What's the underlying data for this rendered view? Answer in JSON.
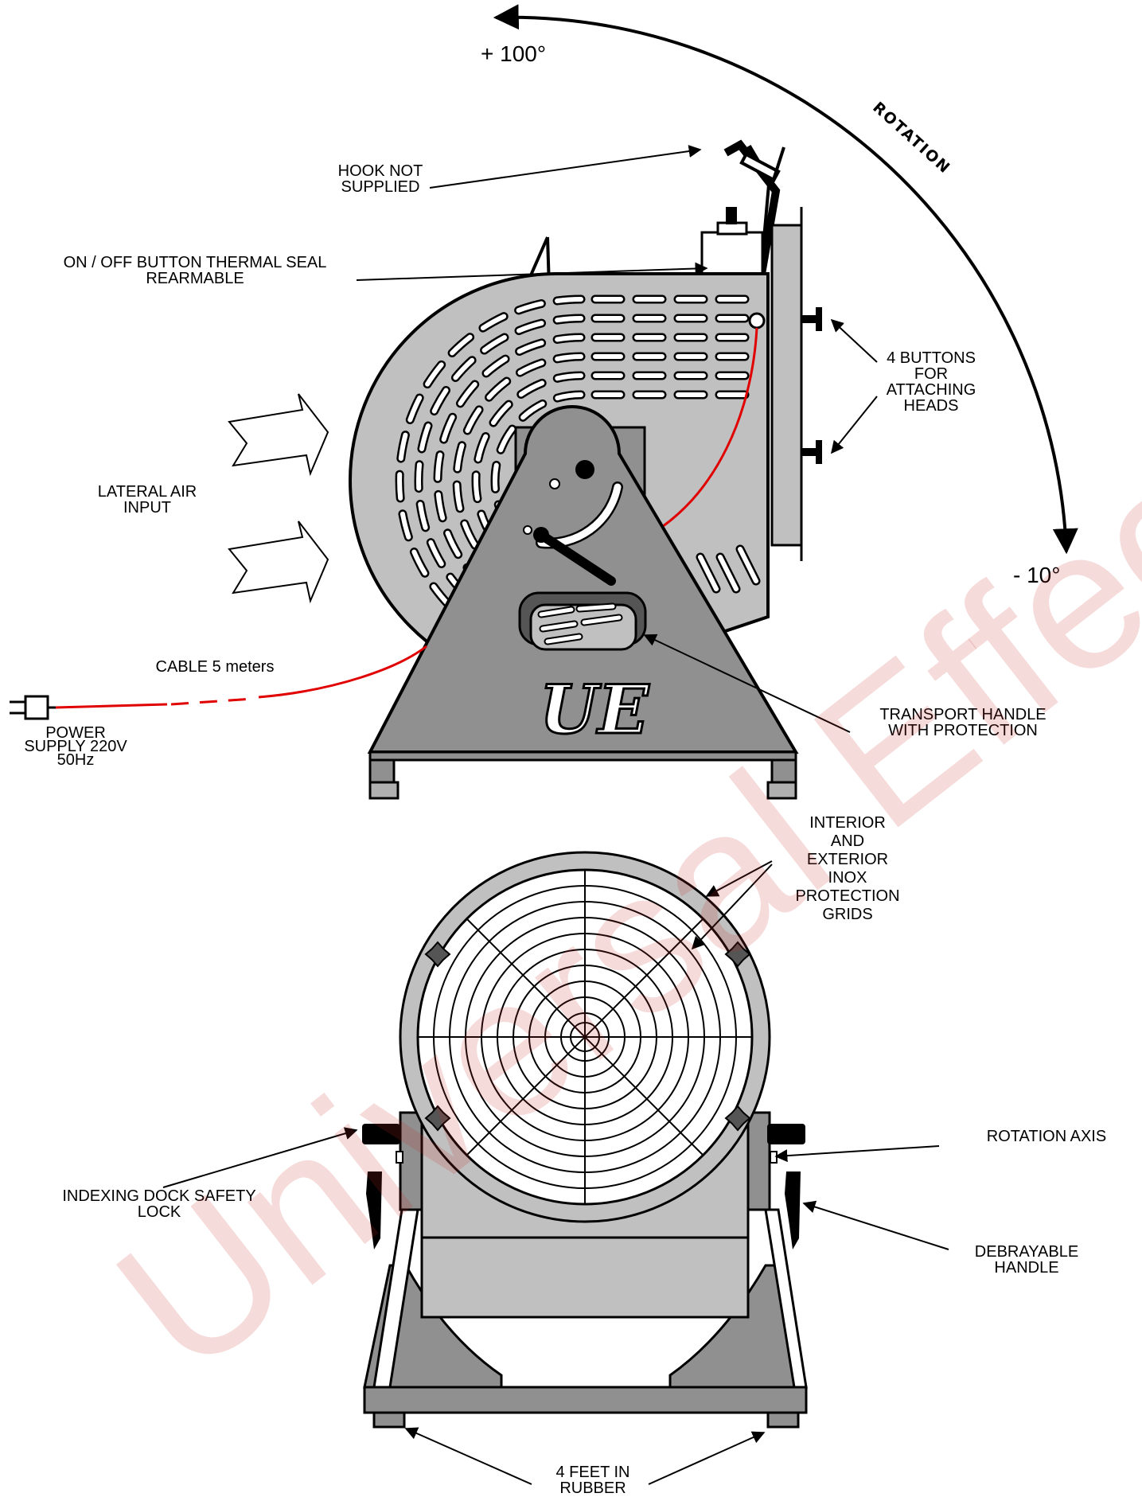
{
  "labels": {
    "plus_angle": "+ 100°",
    "minus_angle": "- 10°",
    "rotation": "ROTATION",
    "hook": "HOOK NOT\nSUPPLIED",
    "onoff": "ON / OFF BUTTON THERMAL SEAL\nREARMABLE",
    "buttons": "4 BUTTONS\nFOR\nATTACHING\nHEADS",
    "lateral_air": "LATERAL AIR\nINPUT",
    "cable": "CABLE 5 meters",
    "power": "POWER\nSUPPLY 220V\n50Hz",
    "transport": "TRANSPORT HANDLE\nWITH PROTECTION",
    "grids": "INTERIOR\nAND\nEXTERIOR\nINOX\nPROTECTION\nGRIDS",
    "rotation_axis": "ROTATION AXIS",
    "indexing": "INDEXING DOCK SAFETY\nLOCK",
    "debrayable": "DEBRAYABLE\nHANDLE",
    "feet": "4 FEET IN\nRUBBER"
  },
  "logo_text": "UE",
  "watermark": "Universal Effects",
  "colors": {
    "body_gray": "#c0c0c0",
    "stand_gray": "#909090",
    "cable_red": "#e00000",
    "ink": "#000000"
  }
}
